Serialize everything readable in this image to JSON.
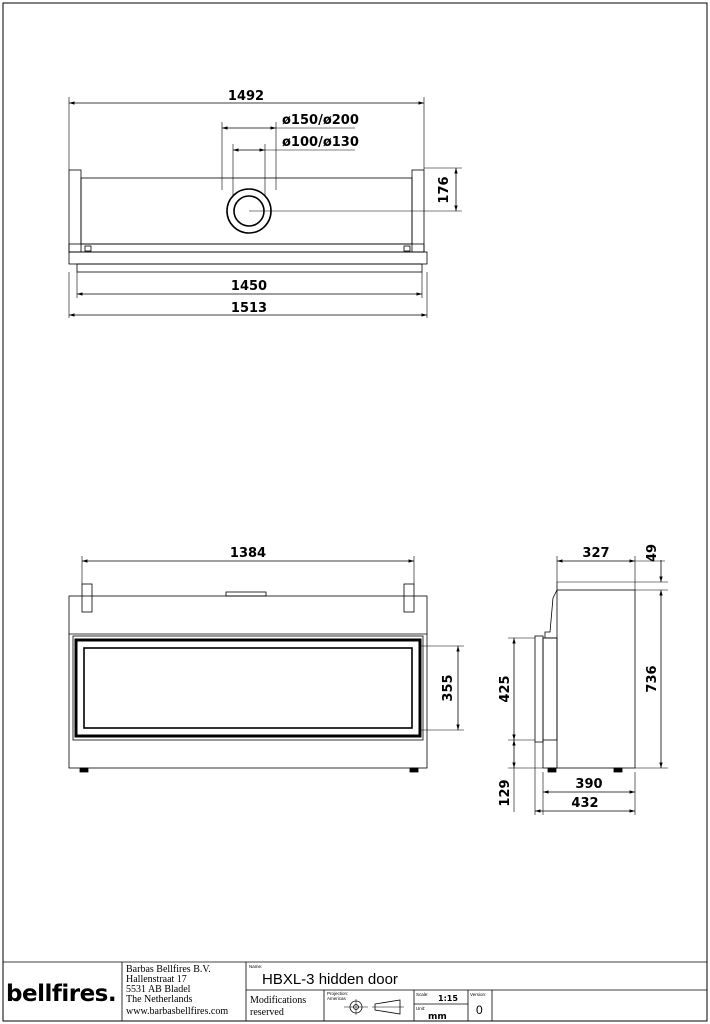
{
  "top_view": {
    "overall_width": "1492",
    "flue_outer": "ø150/ø200",
    "flue_inner": "ø100/ø130",
    "depth": "176",
    "inner_width": "1450",
    "total_width": "1513"
  },
  "front_view": {
    "width": "1384",
    "glass_height": "355"
  },
  "side_view": {
    "top_depth": "327",
    "top_offset": "49",
    "total_height": "736",
    "front_height": "425",
    "base_height": "129",
    "depth_390": "390",
    "depth_432": "432"
  },
  "title_block": {
    "logo": "bellfires.",
    "company_lines": [
      "Barbas Bellfires B.V.",
      "Hallenstraat 17",
      "5531 AB Bladel",
      "The Netherlands",
      "www.barbasbellfires.com"
    ],
    "name_caption": "Name:",
    "product_name": "HBXL-3 hidden door",
    "modifications_line1": "Modifications",
    "modifications_line2": "reserved",
    "projection_caption_1": "Projection:",
    "projection_caption_2": "Americas",
    "scale_caption": "Scale:",
    "scale_value": "1:15",
    "unit_caption": "Unit:",
    "unit_value": "mm",
    "version_caption": "Version:",
    "version_value": "0"
  }
}
